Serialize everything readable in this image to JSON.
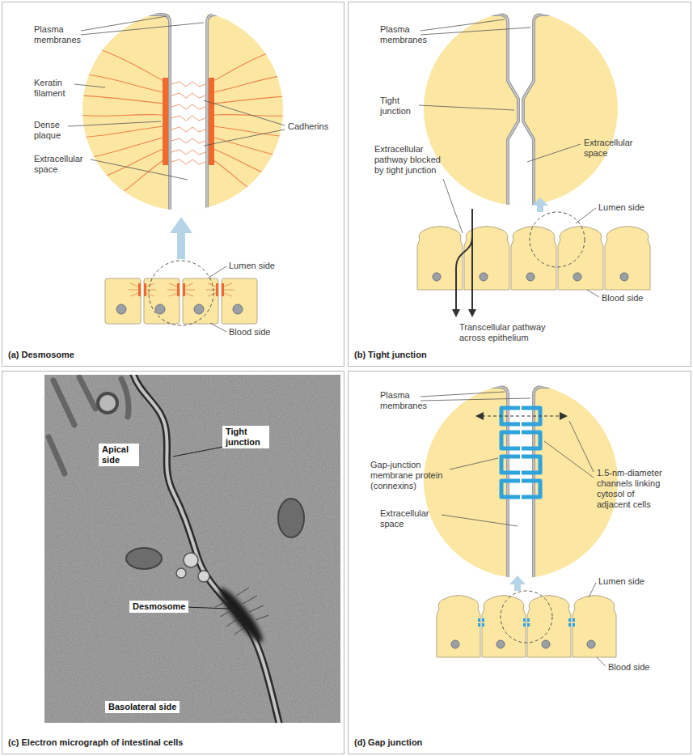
{
  "diagram": {
    "nodes": [
      {
        "text": [
          "(a) Desmosome"
        ]
      },
      {
        "text": [
          "(b) Tight junction"
        ]
      },
      {
        "text": [
          "(c) Electron micrograph of intestinal cells"
        ]
      },
      {
        "text": [
          "(d) Gap junction"
        ]
      }
    ],
    "labels": [
      "Plasma membranes",
      "Keratin filament",
      "Dense plaque",
      "Extracellular space",
      "Cadherins",
      "Lumen side",
      "Blood side",
      "Plasma membranes",
      "Tight junction",
      "Extracellular space",
      "Extracellular pathway blocked by tight junction",
      "Lumen side",
      "Blood side",
      "Transcellular pathway across epithelium",
      "Apical side",
      "Tight junction",
      "Desmosome",
      "Basolateral side",
      "Plasma membranes",
      "Gap-junction membrane protein (connexins)",
      "Extracellular space",
      "1.5-nm-diameter channels linking cytosol of adjacent cells",
      "Lumen side",
      "Blood side"
    ]
  }
}
